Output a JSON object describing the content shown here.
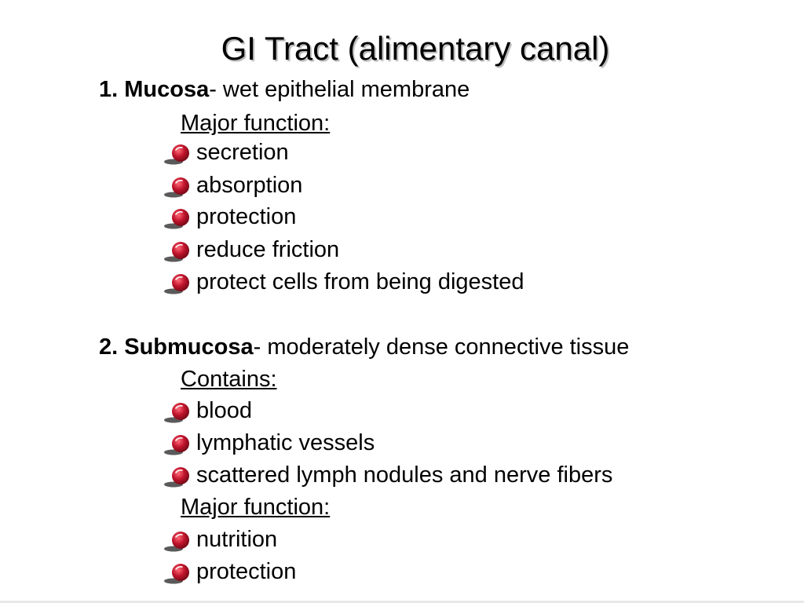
{
  "title": "GI Tract (alimentary canal)",
  "section1": {
    "label": "1. Mucosa",
    "desc": "- wet epithelial membrane",
    "function_heading": "Major function:",
    "functions": [
      "secretion",
      "absorption",
      "protection",
      "reduce friction",
      "protect cells from being digested"
    ]
  },
  "section2": {
    "label": "2. Submucosa",
    "desc": "- moderately dense connective tissue",
    "contains_heading": "Contains:",
    "contains": [
      "blood",
      "lymphatic vessels",
      "scattered lymph nodules and nerve fibers"
    ],
    "function_heading": "Major function:",
    "functions": [
      "nutrition",
      "protection"
    ]
  },
  "colors": {
    "bullet_ball": "#c0142c",
    "bullet_shadow": "#5a5a5a",
    "title_shadow": "#b8b8b8"
  },
  "icons": {
    "bullet": "red-ball-bullet-icon"
  }
}
